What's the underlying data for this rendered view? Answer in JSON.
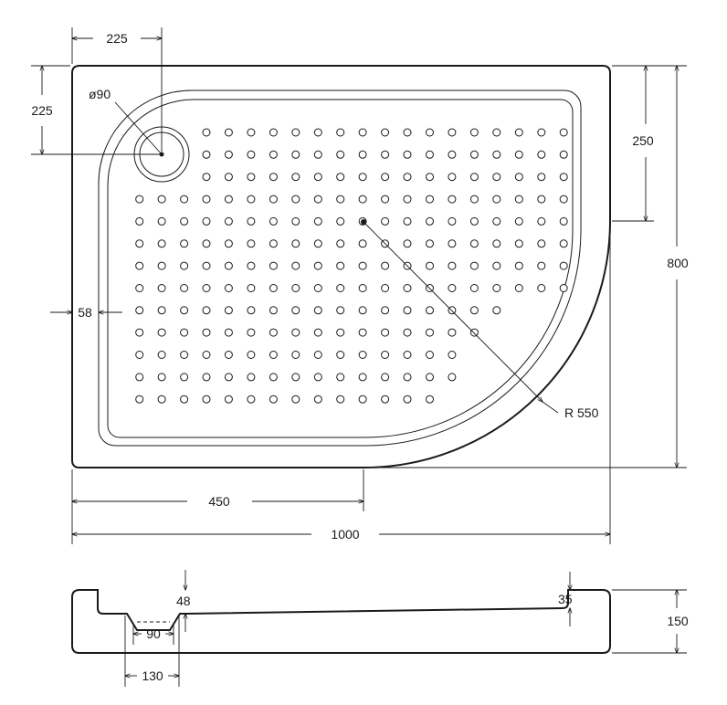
{
  "drawing": {
    "dimensions": {
      "drain_offset_x": "225",
      "drain_offset_y": "225",
      "drain_diameter": "ø90",
      "straight_side_height": "250",
      "total_depth": "800",
      "side_wall": "58",
      "radius": "R 550",
      "straight_bottom_length": "450",
      "total_width": "1000"
    },
    "section": {
      "depth_left": "48",
      "depth_right": "35",
      "total_height": "150",
      "drain_inner": "90",
      "drain_outer": "130"
    },
    "hole_rows": [
      {
        "start": 0,
        "count": 17
      },
      {
        "start": 0,
        "count": 17
      },
      {
        "start": 0,
        "count": 17
      },
      {
        "start": -3,
        "count": 20
      },
      {
        "start": -3,
        "count": 20
      },
      {
        "start": -3,
        "count": 20
      },
      {
        "start": -3,
        "count": 20
      },
      {
        "start": -3,
        "count": 20
      },
      {
        "start": -3,
        "count": 17
      },
      {
        "start": -3,
        "count": 16
      },
      {
        "start": -3,
        "count": 15
      },
      {
        "start": -3,
        "count": 15
      },
      {
        "start": -3,
        "count": 14
      }
    ]
  }
}
